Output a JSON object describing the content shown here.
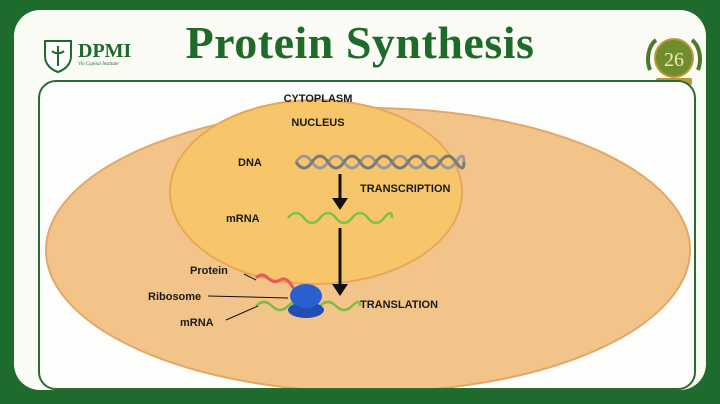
{
  "header": {
    "title": "Protein Synthesis",
    "logo": {
      "name": "DPMI",
      "sub": "Vin Capital Institute"
    },
    "badge": {
      "number": "26"
    }
  },
  "diagram": {
    "labels": {
      "cytoplasm": "CYTOPLASM",
      "nucleus": "NUCLEUS",
      "dna": "DNA",
      "transcription": "TRANSCRIPTION",
      "mrna_nucleus": "mRNA",
      "protein": "Protein",
      "ribosome": "Ribosome",
      "mrna_cytoplasm": "mRNA",
      "translation": "TRANSLATION"
    },
    "colors": {
      "background": "#1e6b2d",
      "title": "#1f6a2a",
      "cytoplasm": "#f3c48a",
      "nucleus": "#f7c66a",
      "dna": "#9a9a9a",
      "mrna": "#7fbf3f",
      "protein": "#e65a5a",
      "ribosome": "#1f4fb5"
    }
  }
}
